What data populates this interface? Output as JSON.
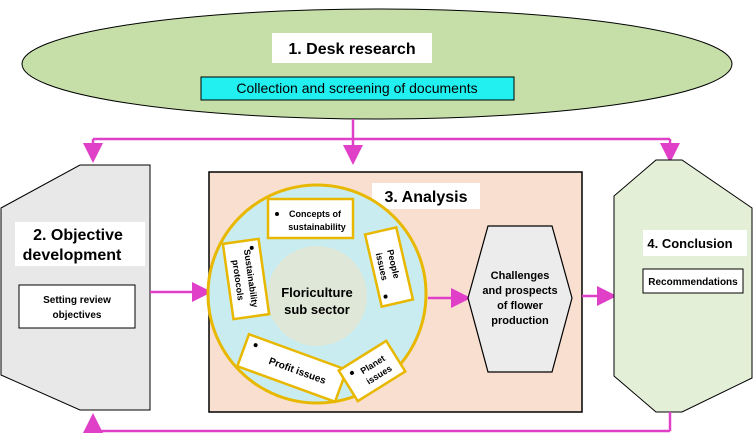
{
  "desk_research": {
    "title": "1. Desk research",
    "subtitle": "Collection and screening of documents"
  },
  "objective": {
    "title_line1": "2. Objective",
    "title_line2": "development",
    "box_line1": "Setting review",
    "box_line2": "objectives"
  },
  "analysis": {
    "title": "3. Analysis",
    "center_line1": "Floriculture",
    "center_line2": "sub sector",
    "concepts_line1": "Concepts of",
    "concepts_line2": "sustainability",
    "sustainability_line1": "Sustainability",
    "sustainability_line2": "protocols",
    "people_line1": "People",
    "people_line2": "issues",
    "profit": "Profit issues",
    "planet_line1": "Planet",
    "planet_line2": "issues",
    "challenges_line1": "Challenges",
    "challenges_line2": "and prospects",
    "challenges_line3": "of flower",
    "challenges_line4": "production"
  },
  "conclusion": {
    "title": "4. Conclusion",
    "box": "Recommendations"
  },
  "colors": {
    "ellipse_fill": "#c6dfa8",
    "cyan_box": "#22f0f0",
    "analysis_fill": "#f9dfd0",
    "circle_fill": "#c8ecf0",
    "inner_circle": "#dfe8d8",
    "label_border": "#e8b800",
    "arrow": "#e040c8",
    "left_hex": "#e8e8e8",
    "right_hex": "#e4efd8",
    "challenges_fill": "#ececec"
  }
}
